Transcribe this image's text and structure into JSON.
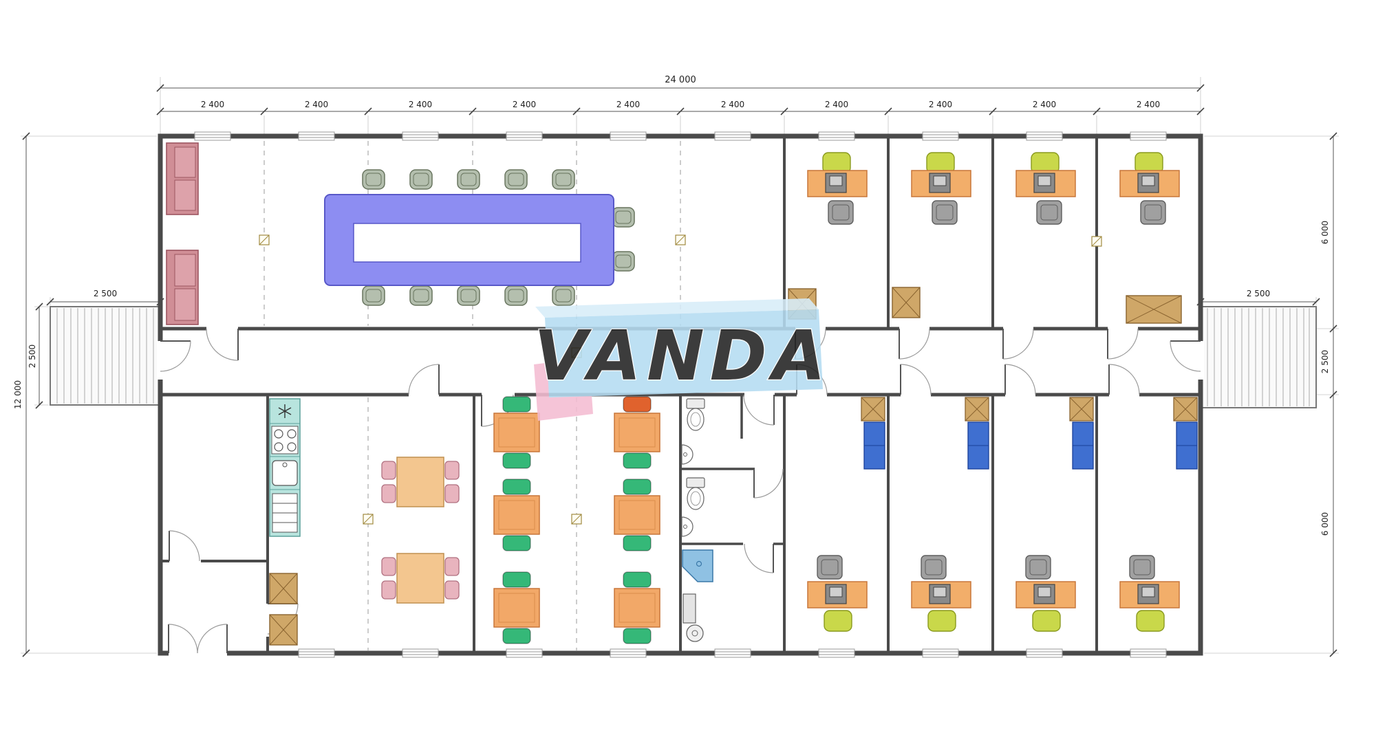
{
  "watermark": {
    "text": "VANDA"
  },
  "dimensions": {
    "top_total": "24 000",
    "top_segments": [
      "2 400",
      "2 400",
      "2 400",
      "2 400",
      "2 400",
      "2 400",
      "2 400",
      "2 400",
      "2 400",
      "2 400"
    ],
    "left_ramp_width": "2 500",
    "right_ramp_width": "2 500",
    "left_height_total": "12 000",
    "left_ramp_height": "2 500",
    "right_top_height": "6 000",
    "right_corridor_height": "2 500",
    "right_bottom_height": "6 000"
  },
  "colors": {
    "wall": "#4a4a4a",
    "conference_table": "#8d8df2",
    "conference_chair": "#b4bfae",
    "sofa": "#d08e96",
    "desk": "#f2ae6a",
    "chair_lime": "#c9d84a",
    "chair_gray": "#a0a0a0",
    "chair_green": "#35b878",
    "chair_red": "#e0622d",
    "chair_pink": "#e8b4be",
    "dining_table": "#f3c68f",
    "cabinet_tan": "#cfa768",
    "cabinet_blue": "#3f6fd0",
    "kitchen_counter": "#b8e4de",
    "shower": "#8fc1e3",
    "watermark_blue": "#b5dcf2",
    "watermark_blue_light": "#d8edf9",
    "watermark_pink": "#f4bcd2",
    "watermark_text": "#992020"
  }
}
